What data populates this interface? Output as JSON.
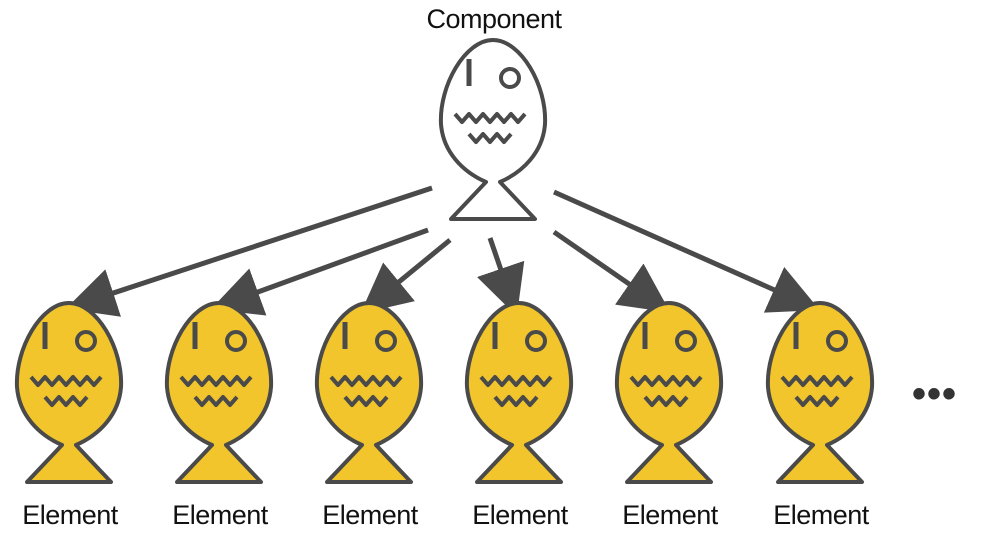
{
  "diagram": {
    "component_label": "Component",
    "element_labels": [
      "Element",
      "Element",
      "Element",
      "Element",
      "Element",
      "Element"
    ],
    "ellipsis": "•••"
  },
  "colors": {
    "outline": "#4a4a4a",
    "component_fill": "#ffffff",
    "element_fill": "#f1c52b",
    "arrow": "#4a4a4a"
  },
  "icons": {
    "component": "fish-outline-icon",
    "element": "fish-filled-icon"
  }
}
